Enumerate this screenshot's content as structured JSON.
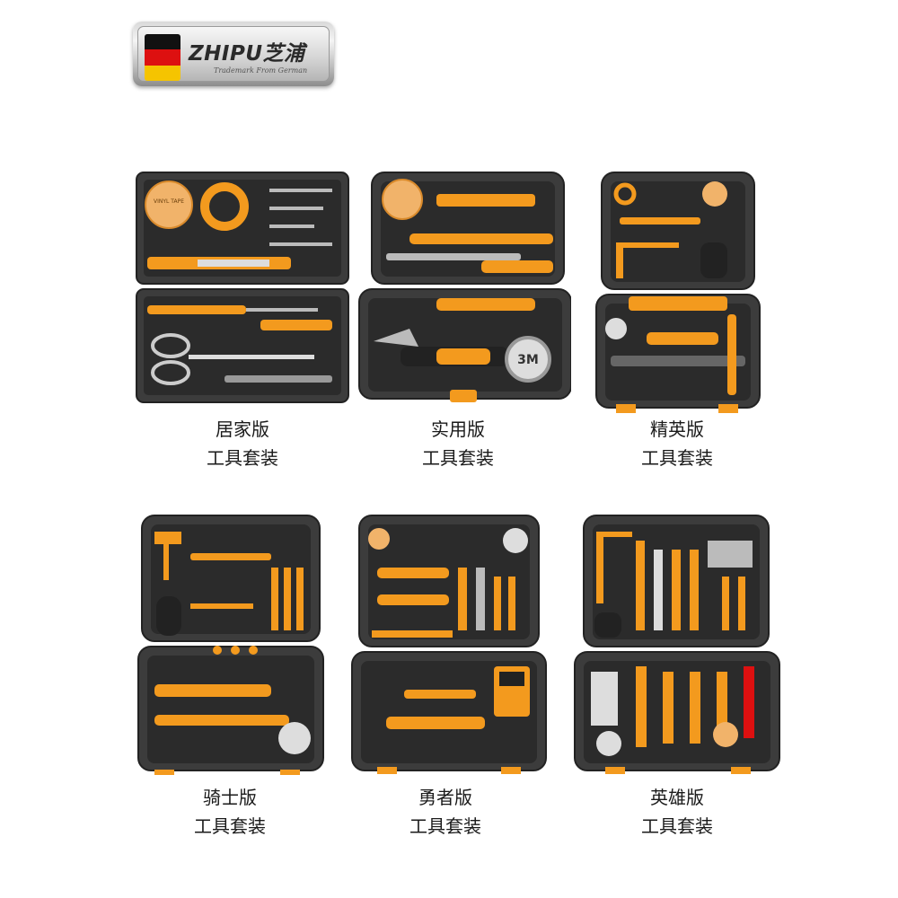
{
  "brand": {
    "name": "ZHIPU芝浦",
    "tagline": "Trademark From German",
    "flag_colors": [
      "#111111",
      "#dd1010",
      "#f5c400"
    ]
  },
  "accent_color": "#f39a1e",
  "case_color": "#3a3a3a",
  "products": [
    {
      "name": "居家版",
      "subtitle": "工具套装"
    },
    {
      "name": "实用版",
      "subtitle": "工具套装"
    },
    {
      "name": "精英版",
      "subtitle": "工具套装"
    },
    {
      "name": "骑士版",
      "subtitle": "工具套装"
    },
    {
      "name": "勇者版",
      "subtitle": "工具套装"
    },
    {
      "name": "英雄版",
      "subtitle": "工具套装"
    }
  ],
  "labels": {
    "tape": "VINYL TAPE",
    "measure": "3M"
  }
}
